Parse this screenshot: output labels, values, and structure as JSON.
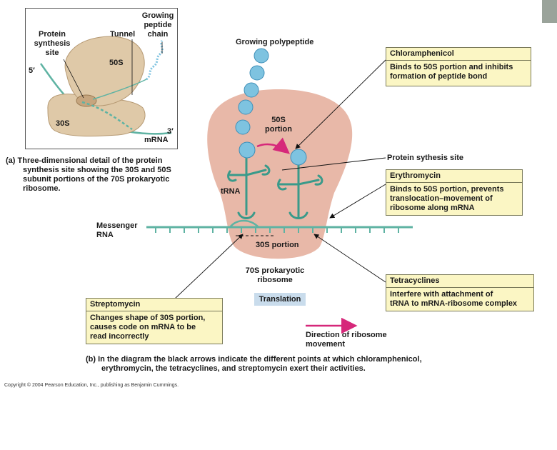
{
  "inset": {
    "growing_peptide_chain": [
      "Growing",
      "peptide",
      "chain"
    ],
    "protein_synthesis_site": [
      "Protein",
      "synthesis",
      "site"
    ],
    "tunnel": "Tunnel",
    "label_50s": "50S",
    "label_30s": "30S",
    "five_prime": "5′",
    "three_prime": "3′",
    "mrna": "mRNA"
  },
  "caption_a": {
    "tag": "(a)",
    "lines": [
      "Three-dimensional detail of the protein",
      "synthesis site showing the 30S and 50S",
      "subunit portions of the 70S prokaryotic",
      "ribosome."
    ]
  },
  "main": {
    "growing_polypeptide": "Growing polypeptide",
    "portion_50s": [
      "50S",
      "portion"
    ],
    "trna": "tRNA",
    "portion_30s": "30S portion",
    "messenger_rna": [
      "Messenger",
      "RNA"
    ],
    "ribosome_70s": [
      "70S prokaryotic",
      "ribosome"
    ],
    "translation": "Translation",
    "protein_site": "Protein sythesis site",
    "direction": [
      "Direction of ribosome",
      "movement"
    ]
  },
  "boxes": {
    "chloramphenicol": {
      "title": "Chloramphenicol",
      "lines": [
        "Binds to 50S portion and inhibits",
        "formation of peptide bond"
      ]
    },
    "erythromycin": {
      "title": "Erythromycin",
      "lines": [
        "Binds to 50S portion, prevents",
        "translocation–movement of",
        "ribosome along mRNA"
      ]
    },
    "tetracyclines": {
      "title": "Tetracyclines",
      "lines": [
        "Interfere with attachment of",
        "tRNA to mRNA-ribosome complex"
      ]
    },
    "streptomycin": {
      "title": "Streptomycin",
      "lines": [
        "Changes shape of 30S portion,",
        "causes code on mRNA to be",
        "read incorrectly"
      ]
    }
  },
  "caption_b": {
    "tag": "(b)",
    "lines": [
      "In the diagram the black arrows indicate the different points at which chloramphenicol,",
      "erythromycin, the tetracyclines, and streptomycin exert their activities."
    ]
  },
  "copyright": "Copyright © 2004 Pearson Education, Inc., publishing as Benjamin Cummings.",
  "colors": {
    "ribosome_body": "#e8b8a8",
    "inset_ribosome": "#dfc9a8",
    "mrna": "#5fb3a3",
    "bead": "#7ec3e0",
    "arrow_pink": "#d6287a",
    "box_fill": "#fbf6c4"
  }
}
